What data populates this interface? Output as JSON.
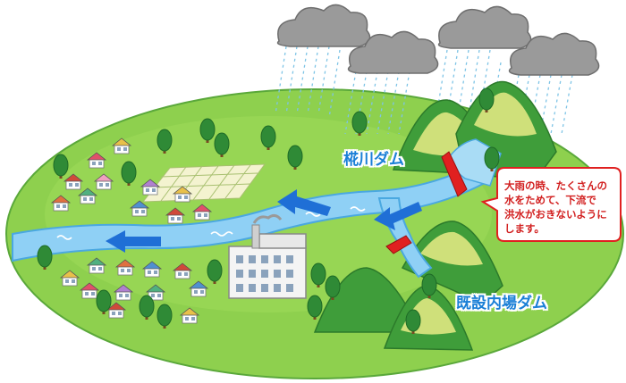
{
  "labels": {
    "upper_dam": "椛川ダム",
    "lower_dam": "既設内場ダム"
  },
  "callout": {
    "text": "大雨の時、たくさんの\n水をためて、下流で\n洪水がおきないように\nします。"
  },
  "colors": {
    "land": "#8ed04e",
    "land_dark": "#5aa83a",
    "river": "#8fd0f5",
    "river_edge": "#4aa8e0",
    "flow_arrow": "#1f6fd6",
    "mountain": "#3f9d3a",
    "mountain_light": "#cfe07a",
    "cloud": "#9a9a9a",
    "rain": "#7ec4e6",
    "dam": "#e02020",
    "callout_border": "#e02020",
    "label_blue": "#1a7fd6"
  },
  "icons": [
    "cloud-icon",
    "tree-icon",
    "house-icon",
    "factory-icon",
    "dam-icon",
    "flow-arrow-icon"
  ]
}
